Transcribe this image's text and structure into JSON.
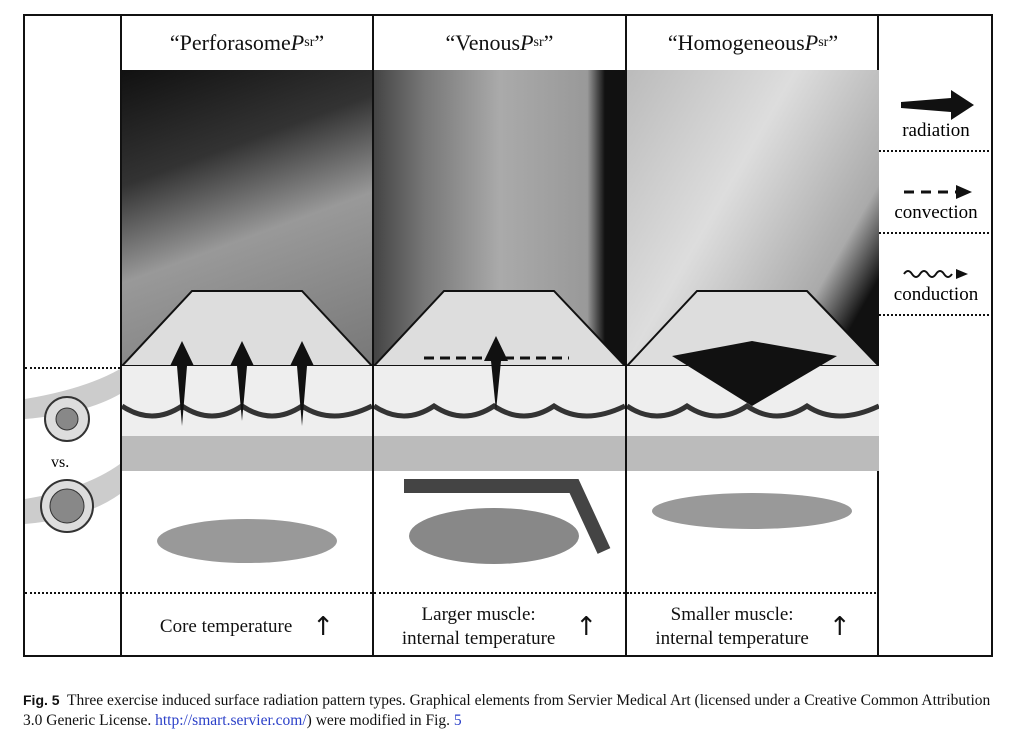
{
  "columns": [
    {
      "title_prefix": "“Perforasome ",
      "title_var": "P",
      "title_sub": "sr",
      "title_suffix": "”",
      "bottom_line1": "Core temperature",
      "bottom_line2": "",
      "arrow": "↑"
    },
    {
      "title_prefix": "“Venous ",
      "title_var": "P",
      "title_sub": "sr",
      "title_suffix": "”",
      "bottom_line1": "Larger muscle:",
      "bottom_line2": "internal temperature",
      "arrow": "↑"
    },
    {
      "title_prefix": "“Homogeneous ",
      "title_var": "P",
      "title_sub": "sr",
      "title_suffix": "”",
      "bottom_line1": "Smaller muscle:",
      "bottom_line2": "internal temperature",
      "arrow": "↑"
    }
  ],
  "left": {
    "vs": "vs."
  },
  "legend": [
    {
      "label": "radiation",
      "icon": "solid-arrow"
    },
    {
      "label": "convection",
      "icon": "dashed-arrow"
    },
    {
      "label": "conduction",
      "icon": "wavy-arrow"
    }
  ],
  "caption": {
    "label": "Fig. 5",
    "text": "Three exercise induced surface radiation pattern types. Graphical elements from Servier Medical Art (licensed under a Creative Common Attribution 3.0 Generic License. ",
    "link": "http://smart.servier.com/",
    "text2": ") were modified in Fig. ",
    "ref": "5"
  }
}
